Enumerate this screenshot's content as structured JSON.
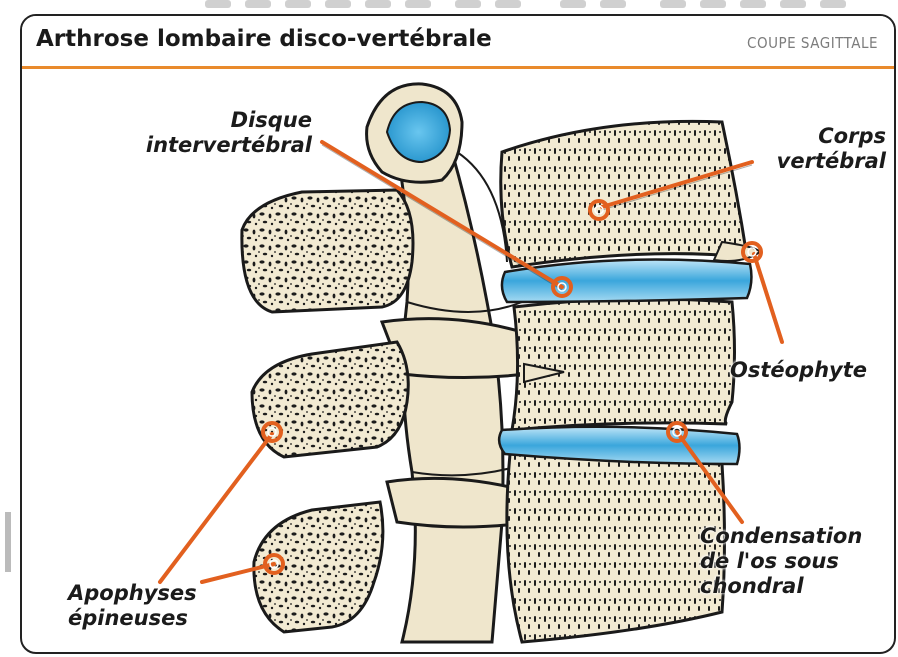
{
  "header": {
    "title": "Arthrose lombaire disco-vertébrale",
    "subtitle": "COUPE SAGITTALE"
  },
  "labels": {
    "disque_line1": "Disque",
    "disque_line2": "intervertébral",
    "corps_line1": "Corps",
    "corps_line2": "vertébral",
    "osteophyte": "Ostéophyte",
    "condensation_line1": "Condensation",
    "condensation_line2": "de l'os sous",
    "condensation_line3": "chondral",
    "apophyses_line1": "Apophyses",
    "apophyses_line2": "épineuses"
  },
  "colors": {
    "accent_orange": "#e2601f",
    "header_rule": "#e98a2c",
    "disc_blue": "#3aa6dc",
    "bone": "#f2ead2"
  }
}
